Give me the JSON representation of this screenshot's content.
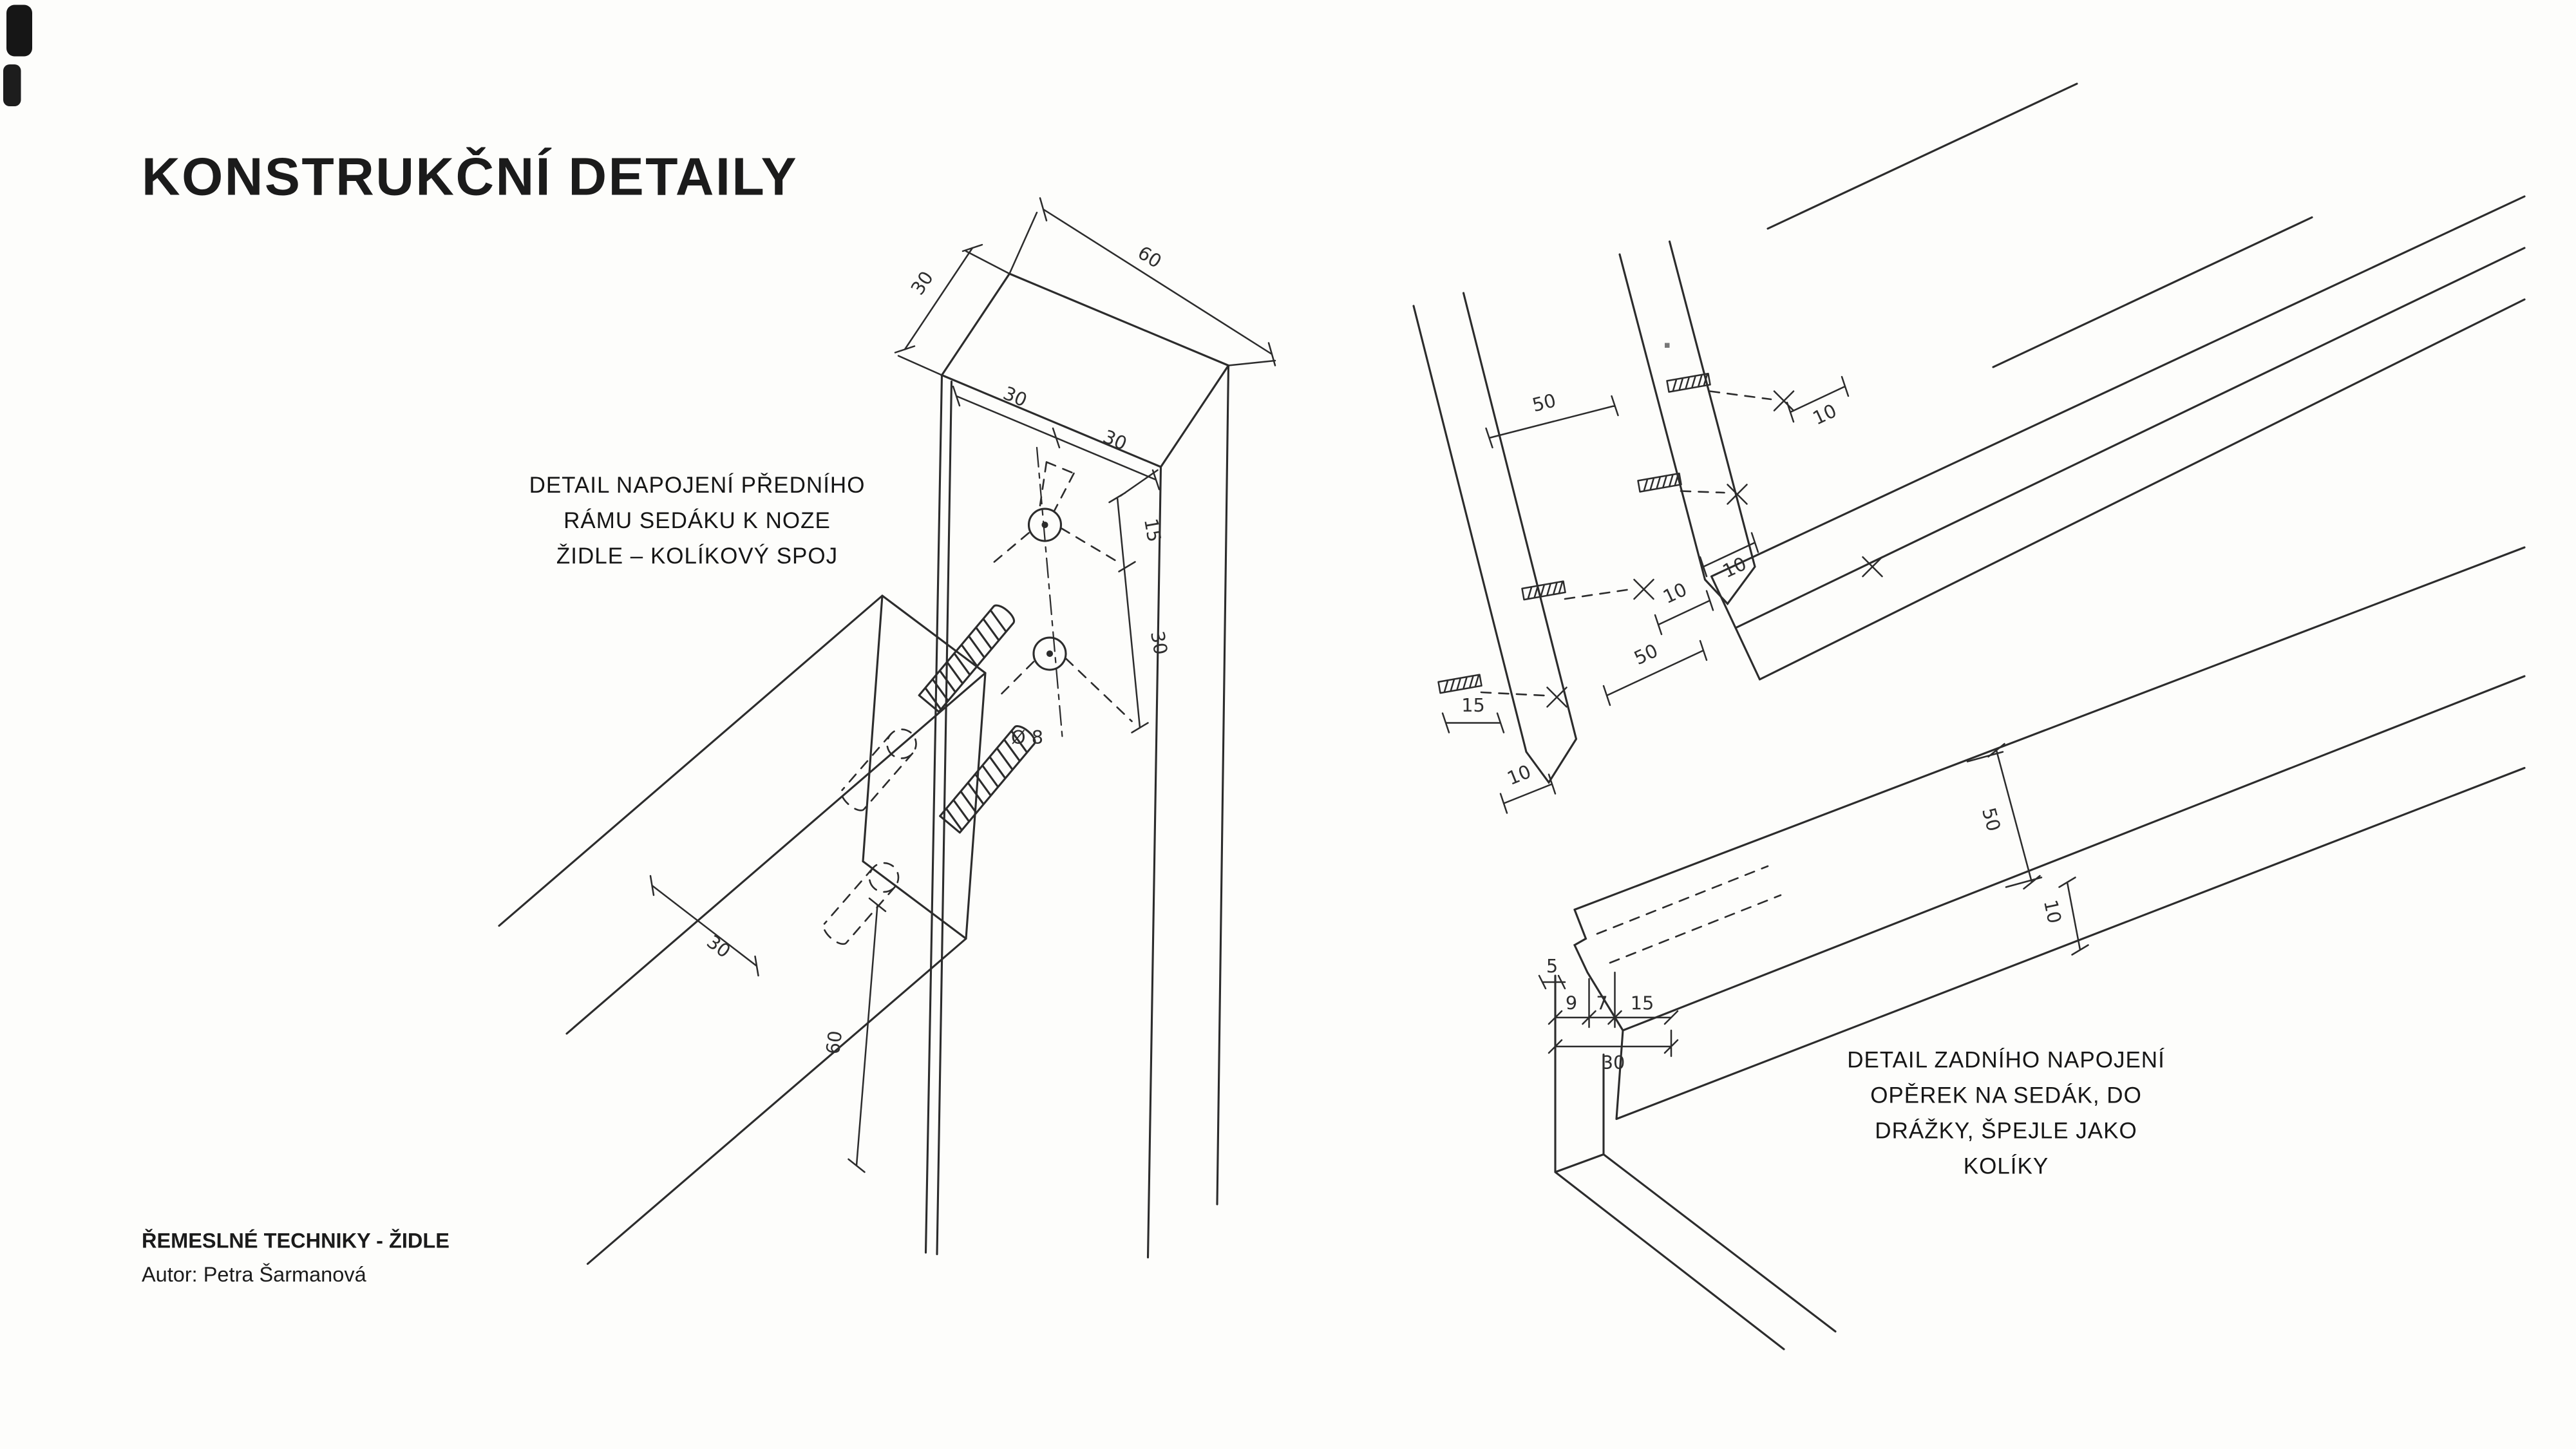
{
  "page": {
    "title": "KONSTRUKČNÍ DETAILY",
    "ink_color": "#2c2c2c",
    "footer": {
      "line1": "ŘEMESLNÉ TECHNIKY - ŽIDLE",
      "line2": "Autor: Petra Šarmanová"
    }
  },
  "left_detail": {
    "caption": {
      "line1": "DETAIL NAPOJENÍ PŘEDNÍHO",
      "line2": "RÁMU SEDÁKU K NOZE",
      "line3": "ŽIDLE – KOLÍKOVÝ SPOJ"
    },
    "dims": {
      "post_top_width": "30",
      "post_top_depth": "60",
      "face_seg1": "30",
      "face_seg2": "30",
      "hole_offset": "15",
      "hole_spacing": "30",
      "dowel_diameter": "Ø 8",
      "rail_width": "30",
      "rail_height": "60"
    }
  },
  "right_detail": {
    "caption": {
      "line1": "DETAIL ZADNÍHO NAPOJENÍ",
      "line2": "OPĚREK NA SEDÁK, DO",
      "line3": "DRÁŽKY, ŠPEJLE JAKO",
      "line4": "KOLÍKY"
    },
    "dims": {
      "slat_width": "50",
      "rail_dim_a": "10",
      "rail_dim_b": "10",
      "rail_dim_c": "10",
      "rail_end_length": "50",
      "skewer_length": "15",
      "slat_end_offset": "10",
      "seat_depth": "50",
      "seat_thickness": "10",
      "groove_step": "5",
      "groove_a": "9",
      "groove_b": "7",
      "groove_c": "15",
      "groove_total": "30"
    }
  }
}
